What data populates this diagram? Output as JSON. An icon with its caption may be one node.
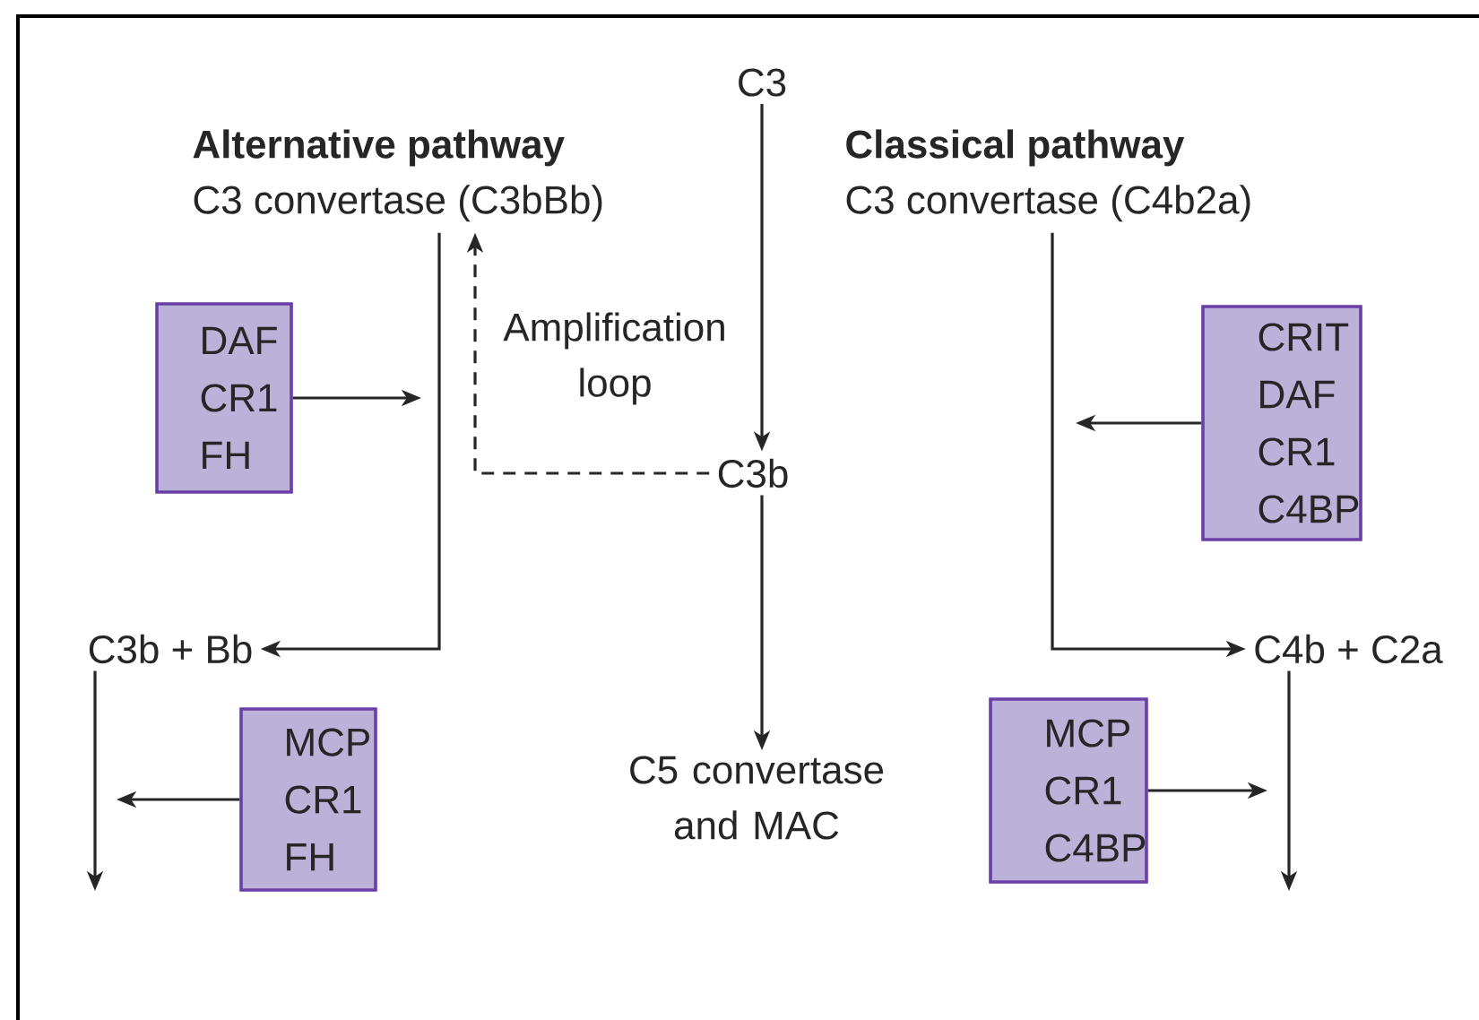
{
  "diagram": {
    "nodes": [
      {
        "text": [
          "C3"
        ]
      },
      {
        "text": [
          "Alternative pathway",
          "C3 convertase (C3bBb)"
        ]
      },
      {
        "text": [
          "Classical pathway",
          "C3 convertase (C4b2a)"
        ]
      },
      {
        "text": [
          "C3b"
        ]
      },
      {
        "text": [
          "DAF CR1 FH"
        ]
      },
      {
        "text": [
          "CRIT DAF CR1 C4BP"
        ]
      },
      {
        "text": [
          "C3b + Bb"
        ]
      },
      {
        "text": [
          "C4b + C2a"
        ]
      },
      {
        "text": [
          "MCP CR1 FH"
        ]
      },
      {
        "text": [
          "MCP CR1 C4BP"
        ]
      },
      {
        "text": [
          "C5 convertase and MAC"
        ]
      }
    ],
    "edges": [
      {
        "from": 0,
        "to": 3,
        "arrow": "to"
      },
      {
        "from": 3,
        "to": 1,
        "arrow": "to",
        "label": "Amplification loop",
        "style": "dashed"
      },
      {
        "from": 3,
        "to": 10,
        "arrow": "to"
      },
      {
        "from": 1,
        "to": 6,
        "arrow": "to"
      },
      {
        "from": 2,
        "to": 7,
        "arrow": "to"
      },
      {
        "from": 6,
        "to": null,
        "arrow": "to"
      },
      {
        "from": 7,
        "to": null,
        "arrow": "to"
      },
      {
        "from": 4,
        "to": null,
        "arrow": "to"
      },
      {
        "from": 5,
        "to": null,
        "arrow": "to"
      },
      {
        "from": 8,
        "to": null,
        "arrow": "to"
      },
      {
        "from": 9,
        "to": null,
        "arrow": "to"
      }
    ]
  }
}
